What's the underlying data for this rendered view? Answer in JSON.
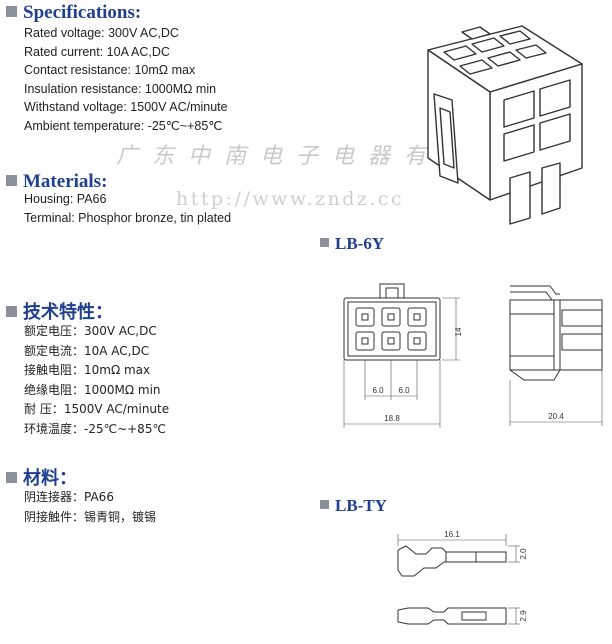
{
  "specifications": {
    "heading": "Specifications:",
    "lines": [
      "Rated voltage: 300V  AC,DC",
      "Rated current: 10A  AC,DC",
      "Contact resistance: 10mΩ max",
      "Insulation resistance: 1000MΩ  min",
      "Withstand voltage: 1500V   AC/minute",
      "Ambient temperature: -25℃~+85℃"
    ]
  },
  "materials": {
    "heading": "Materials:",
    "lines": [
      "Housing: PA66",
      "Terminal: Phosphor bronze, tin plated"
    ]
  },
  "watermark": {
    "company": "广东中南电子电器有限公司",
    "url": "http://www.zndz.cc"
  },
  "tech": {
    "heading": "技术特性：",
    "lines": [
      "额定电压：300V  AC,DC",
      "额定电流：10A  AC,DC",
      "接触电阻：10mΩ max",
      "绝缘电阻：1000MΩ  min",
      "耐       压：1500V   AC/minute",
      "环境温度：-25℃~+85℃"
    ]
  },
  "material_cn": {
    "heading": "材料：",
    "lines": [
      "阴连接器：PA66",
      "阴接触件：锡青铜，镀锡"
    ]
  },
  "models": {
    "housing": "LB-6Y",
    "terminal": "LB-TY"
  },
  "dimensions": {
    "height": "14",
    "pitch_left": "6.0",
    "pitch_right": "6.0",
    "width": "18.8",
    "depth": "20.4",
    "terminal_length": "16.1",
    "terminal_height": "2.0",
    "terminal_thickness": "2.9"
  },
  "colors": {
    "heading": "#1f3f8f",
    "bullet": "#8a8f9c"
  }
}
